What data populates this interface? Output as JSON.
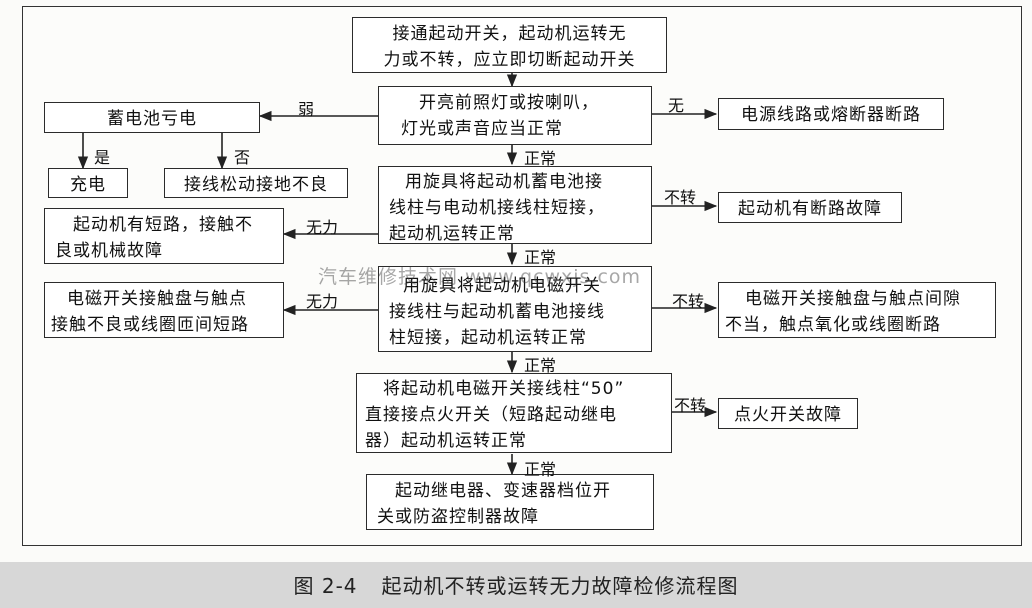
{
  "nodes": {
    "start": [
      "接通起动开关，起动机运转无",
      "力或不转，应立即切断起动开关"
    ],
    "check_lights": [
      "开亮前照灯或按喇叭，",
      "灯光或声音应当正常"
    ],
    "power_fault": [
      "电源线路或熔断器断路"
    ],
    "battery_low": [
      "蓄电池亏电"
    ],
    "charge": [
      "充电"
    ],
    "loose_contact": [
      "接线松动接地不良"
    ],
    "short_battery_motor": [
      "用旋具将起动机蓄电池接",
      "线柱与电动机接线柱短接，",
      "起动机运转正常"
    ],
    "motor_open": [
      "起动机有断路故障"
    ],
    "motor_short": [
      "起动机有短路，接触不",
      "良或机械故障"
    ],
    "short_solenoid": [
      "用旋具将起动机电磁开关",
      "接线柱与起动机蓄电池接线",
      "柱短接，起动机运转正常"
    ],
    "switch_contact_short": [
      "电磁开关接触盘与触点",
      "接触不良或线圈匝间短路"
    ],
    "switch_gap": [
      "电磁开关接触盘与触点间隙",
      "不当，触点氧化或线圈断路"
    ],
    "ignition_check": [
      "将起动机电磁开关接线柱“50”",
      "直接接点火开关（短路起动继电",
      "器）起动机运转正常"
    ],
    "ignition_fault": [
      "点火开关故障"
    ],
    "relay_fault": [
      "起动继电器、变速器档位开",
      "关或防盗控制器故障"
    ]
  },
  "labels": {
    "weak": "弱",
    "none": "无",
    "yes": "是",
    "no": "否",
    "normal_1": "正常",
    "no_turn_1": "不转",
    "weak_power_1": "无力",
    "normal_2": "正常",
    "weak_power_2": "无力",
    "no_turn_2": "不转",
    "normal_3": "正常",
    "no_turn_3": "不转",
    "normal_4": "正常"
  },
  "watermark": "汽车维修技术网 www.qcwxjs.com",
  "caption": {
    "number": "图 2-4",
    "title": "起动机不转或运转无力故障检修流程图"
  }
}
